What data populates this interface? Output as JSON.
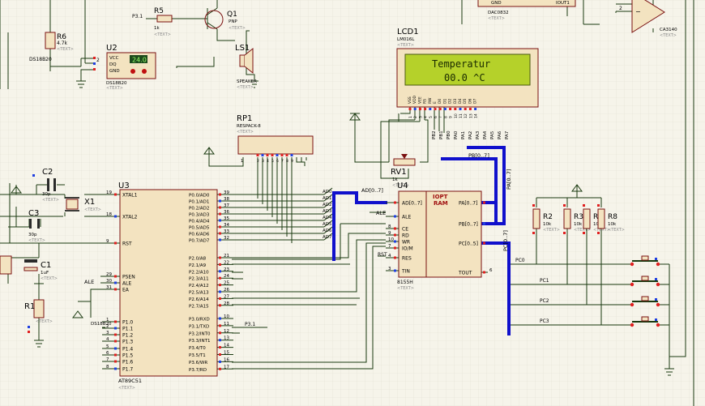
{
  "colors": {
    "background": "#f6f4ea",
    "grid": "#d9d6c8",
    "wire": "#1a3a10",
    "bus": "#1010cc",
    "body_outline": "#7a1010",
    "body_fill": "#f3e3c0",
    "pin_red": "#e02020",
    "pin_blue": "#2040e0",
    "lcd_glass": "#b5d12a",
    "lcd_text": "#1a2a00",
    "label_dark": "#000000",
    "label_red": "#a01010",
    "text_placeholder": "#888888"
  },
  "placeholder": "<TEXT>",
  "r6": {
    "ref": "R6",
    "value": "4.7k",
    "net": "DS18B20"
  },
  "u2": {
    "ref": "U2",
    "part": "DS18B20",
    "pins": [
      "VCC",
      "DQ",
      "GND"
    ],
    "reading": "24.0",
    "pin_num": "2"
  },
  "r5": {
    "ref": "R5",
    "value": "1k",
    "net": "P3.1"
  },
  "q1": {
    "ref": "Q1",
    "part": "PNP"
  },
  "ls1": {
    "ref": "LS1",
    "part": "SPEAKER"
  },
  "dac": {
    "pins": [
      "GND",
      "IOUT1"
    ],
    "part": "DAC0832"
  },
  "opamp": {
    "part": "CA3140",
    "pin": "2",
    "minus": "−"
  },
  "lcd": {
    "ref": "LCD1",
    "part": "LM016L",
    "line1": "Temperatur",
    "line2": "00.0   ^C",
    "pins": [
      "VSS",
      "VDD",
      "VEE",
      "RS",
      "RW",
      "E",
      "D0",
      "D1",
      "D2",
      "D3",
      "D4",
      "D5",
      "D6",
      "D7"
    ],
    "pin_nums": [
      "1",
      "2",
      "3",
      "4",
      "5",
      "6",
      "7",
      "8",
      "9",
      "10",
      "11",
      "12",
      "13",
      "14"
    ]
  },
  "rp1": {
    "ref": "RP1",
    "part": "RESPACK-8",
    "pin1": "1",
    "pins": [
      "2",
      "3",
      "4",
      "5",
      "6",
      "7",
      "8",
      "9"
    ]
  },
  "rv1": {
    "ref": "RV1",
    "value": "1k"
  },
  "lcd_nets": [
    "PB2",
    "PB1",
    "PB0",
    "PA0",
    "PA1",
    "PA2",
    "PA3",
    "PA4",
    "PA5",
    "PA6",
    "PA7"
  ],
  "buses": {
    "pb": "PB[0..7]",
    "pa": "PA[0..7]",
    "ad": "AD[0..7]",
    "pc": "PC[0..7]"
  },
  "c2": {
    "ref": "C2",
    "value": "30p"
  },
  "c3": {
    "ref": "C3",
    "value": "30p"
  },
  "x1": {
    "ref": "X1"
  },
  "c1": {
    "ref": "C1",
    "value": "1uF"
  },
  "r1": {
    "ref": "R1"
  },
  "u3": {
    "ref": "U3",
    "part": "AT89C51",
    "left_pins": [
      {
        "num": "19",
        "name": "XTAL1"
      },
      {
        "num": "18",
        "name": "XTAL2"
      },
      {
        "num": "9",
        "name": "RST"
      },
      {
        "num": "29",
        "name": "PSEN"
      },
      {
        "num": "30",
        "name": "ALE"
      },
      {
        "num": "31",
        "name": "EA"
      },
      {
        "num": "1",
        "name": "P1.0"
      },
      {
        "num": "2",
        "name": "P1.1"
      },
      {
        "num": "3",
        "name": "P1.2"
      },
      {
        "num": "4",
        "name": "P1.3"
      },
      {
        "num": "5",
        "name": "P1.4"
      },
      {
        "num": "6",
        "name": "P1.5"
      },
      {
        "num": "7",
        "name": "P1.6"
      },
      {
        "num": "8",
        "name": "P1.7"
      }
    ],
    "right_pins": [
      {
        "num": "39",
        "name": "P0.0/AD0"
      },
      {
        "num": "38",
        "name": "P0.1/AD1"
      },
      {
        "num": "37",
        "name": "P0.2/AD2"
      },
      {
        "num": "36",
        "name": "P0.3/AD3"
      },
      {
        "num": "35",
        "name": "P0.4/AD4"
      },
      {
        "num": "34",
        "name": "P0.5/AD5"
      },
      {
        "num": "33",
        "name": "P0.6/AD6"
      },
      {
        "num": "32",
        "name": "P0.7/AD7"
      },
      {
        "num": "21",
        "name": "P2.0/A8"
      },
      {
        "num": "22",
        "name": "P2.1/A9"
      },
      {
        "num": "23",
        "name": "P2.2/A10"
      },
      {
        "num": "24",
        "name": "P2.3/A11"
      },
      {
        "num": "25",
        "name": "P2.4/A12"
      },
      {
        "num": "26",
        "name": "P2.5/A13"
      },
      {
        "num": "27",
        "name": "P2.6/A14"
      },
      {
        "num": "28",
        "name": "P2.7/A15"
      },
      {
        "num": "10",
        "name": "P3.0/RXD"
      },
      {
        "num": "11",
        "name": "P3.1/TXD"
      },
      {
        "num": "12",
        "name": "P3.2/INT0"
      },
      {
        "num": "13",
        "name": "P3.3/INT1"
      },
      {
        "num": "14",
        "name": "P3.4/T0"
      },
      {
        "num": "15",
        "name": "P3.5/T1"
      },
      {
        "num": "16",
        "name": "P3.6/WR"
      },
      {
        "num": "17",
        "name": "P3.7/RD"
      }
    ]
  },
  "mcu_nets": {
    "ale": "ALE",
    "ds": "DS18B20",
    "p31": "P3.1",
    "ad_labels": [
      "AD0",
      "AD1",
      "AD2",
      "AD3",
      "AD4",
      "AD5",
      "AD6",
      "AD7"
    ]
  },
  "u4": {
    "ref": "U4",
    "part": "8155H",
    "title1": "IOPT",
    "title2": "RAM",
    "left_pins": [
      {
        "num": "",
        "name": "AD[0..7]"
      },
      {
        "num": "",
        "name": "ALE"
      },
      {
        "num": "8",
        "name": "CE"
      },
      {
        "num": "9",
        "name": "RD"
      },
      {
        "num": "10",
        "name": "WR"
      },
      {
        "num": "7",
        "name": "IO/M"
      },
      {
        "num": "4",
        "name": "RES"
      },
      {
        "num": "3",
        "name": "TIN"
      }
    ],
    "right_pins": [
      {
        "num": "",
        "name": "PA[0..7]"
      },
      {
        "num": "",
        "name": "PB[0..7]"
      },
      {
        "num": "",
        "name": "PC[0..5]"
      },
      {
        "num": "6",
        "name": "TOUT"
      }
    ],
    "ale_net": "ALE",
    "rst_net": "RST"
  },
  "resistors": [
    {
      "ref": "R2",
      "value": "10k"
    },
    {
      "ref": "R3",
      "value": "10k"
    },
    {
      "ref": "R7",
      "value": "10k"
    },
    {
      "ref": "R8",
      "value": "10k"
    }
  ],
  "buttons": [
    {
      "net": "PC0"
    },
    {
      "net": "PC1"
    },
    {
      "net": "PC2"
    },
    {
      "net": "PC3"
    }
  ]
}
